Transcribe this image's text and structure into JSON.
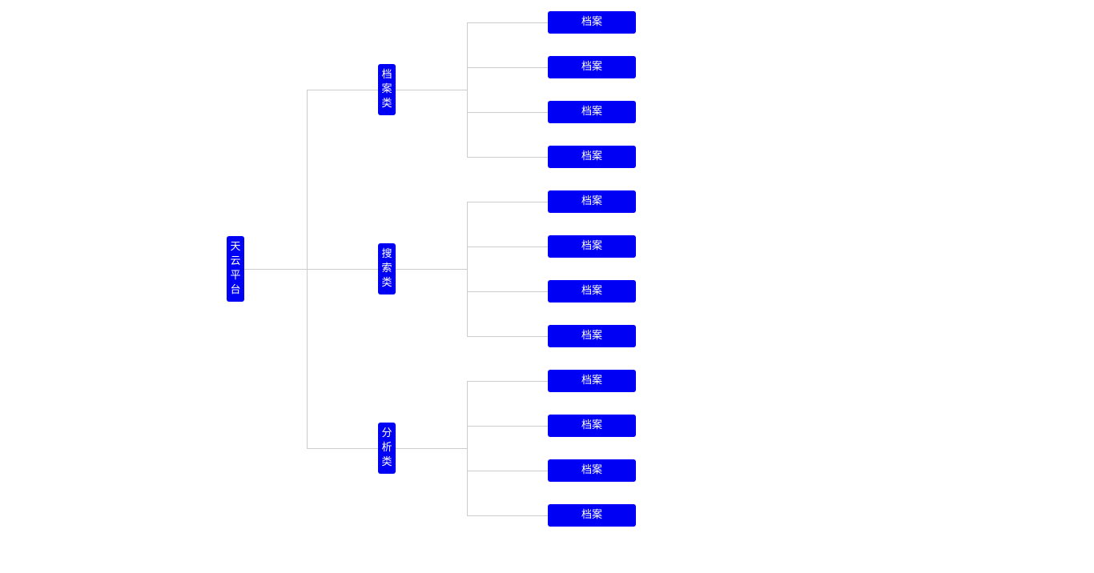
{
  "tree": {
    "root": {
      "label": "天云平台"
    },
    "categories": [
      {
        "label": "档案类",
        "children": [
          "档案",
          "档案",
          "档案",
          "档案"
        ]
      },
      {
        "label": "搜索类",
        "children": [
          "档案",
          "档案",
          "档案",
          "档案"
        ]
      },
      {
        "label": "分析类",
        "children": [
          "档案",
          "档案",
          "档案",
          "档案"
        ]
      }
    ]
  },
  "colors": {
    "node_fill": "#0000f5",
    "node_text": "#ffffff",
    "connector": "#cccccc"
  }
}
